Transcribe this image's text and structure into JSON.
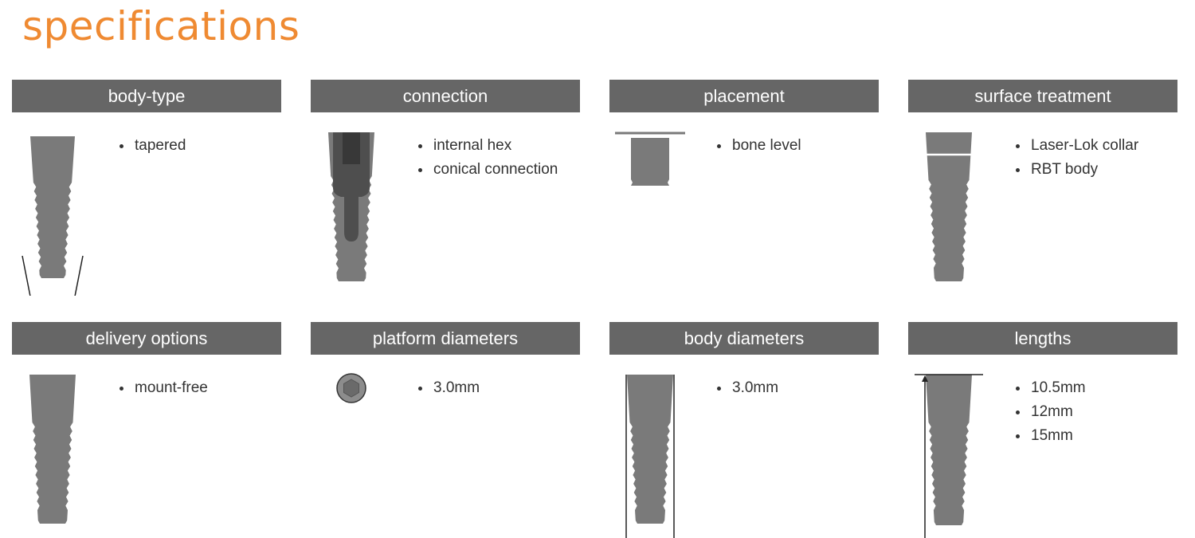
{
  "page": {
    "title": "specifications"
  },
  "colors": {
    "accent": "#EF8A32",
    "header_bg": "#666666",
    "implant": "#7A7A7A"
  },
  "cards": [
    {
      "title": "body-type",
      "icon": "tapered-implant-icon",
      "items": [
        "tapered"
      ]
    },
    {
      "title": "connection",
      "icon": "internal-hex-implant-icon",
      "items": [
        "internal hex",
        "conical connection"
      ]
    },
    {
      "title": "placement",
      "icon": "bone-level-implant-icon",
      "items": [
        "bone level"
      ]
    },
    {
      "title": "surface treatment",
      "icon": "laser-lok-implant-icon",
      "items": [
        "Laser-Lok collar",
        "RBT body"
      ]
    },
    {
      "title": "delivery options",
      "icon": "mount-free-implant-icon",
      "items": [
        "mount-free"
      ]
    },
    {
      "title": "platform diameters",
      "icon": "hex-platform-icon",
      "items": [
        "3.0mm"
      ]
    },
    {
      "title": "body diameters",
      "icon": "body-diameter-implant-icon",
      "items": [
        "3.0mm"
      ]
    },
    {
      "title": "lengths",
      "icon": "length-implant-icon",
      "items": [
        "10.5mm",
        "12mm",
        "15mm"
      ]
    }
  ]
}
